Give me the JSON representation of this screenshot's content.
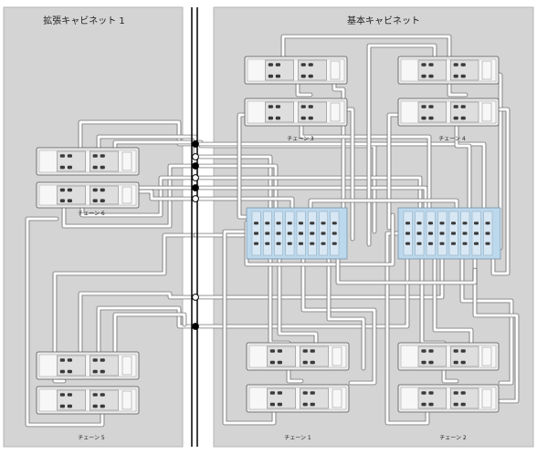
{
  "cabinets": {
    "expansion_title": "拡張キャビネット 1",
    "base_title": "基本キャビネット"
  },
  "chains": {
    "chain1": "チェーン 1",
    "chain2": "チェーン 2",
    "chain3": "チェーン 3",
    "chain4": "チェーン 4",
    "chain5": "チェーン 5",
    "chain6": "チェーン 6"
  },
  "connectors": [
    {
      "id": "c1",
      "state": "filled"
    },
    {
      "id": "c2",
      "state": "open"
    },
    {
      "id": "c3",
      "state": "filled"
    },
    {
      "id": "c4",
      "state": "open"
    },
    {
      "id": "c5",
      "state": "filled"
    },
    {
      "id": "c6",
      "state": "open"
    },
    {
      "id": "c7",
      "state": "open"
    },
    {
      "id": "c8",
      "state": "filled"
    }
  ],
  "colors": {
    "panel": "#d4d4d4",
    "panel_border": "#b5b5b5",
    "divider": "#111111",
    "controller": "#bcd8ec",
    "cable": "#ffffff",
    "cable_edge": "#5a5a5a",
    "port": "#3a3a3a"
  }
}
